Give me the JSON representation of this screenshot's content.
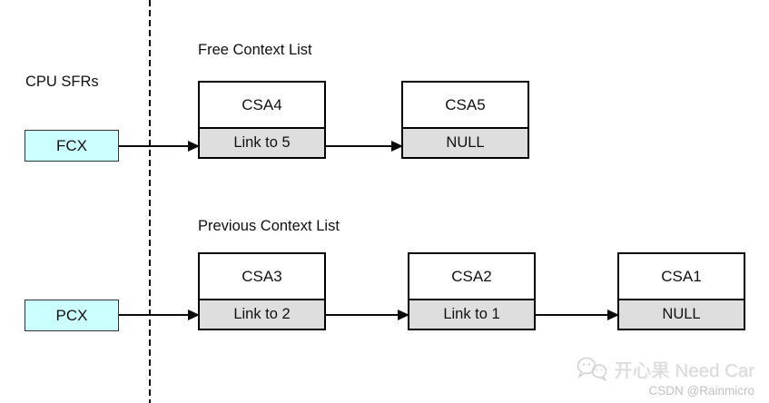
{
  "cpu_sfrs": {
    "label": "CPU SFRs",
    "registers": [
      {
        "name": "FCX"
      },
      {
        "name": "PCX"
      }
    ]
  },
  "lists": [
    {
      "title": "Free Context List",
      "nodes": [
        {
          "name": "CSA4",
          "link": "Link to 5"
        },
        {
          "name": "CSA5",
          "link": "NULL"
        }
      ]
    },
    {
      "title": "Previous Context List",
      "nodes": [
        {
          "name": "CSA3",
          "link": "Link to 2"
        },
        {
          "name": "CSA2",
          "link": "Link to 1"
        },
        {
          "name": "CSA1",
          "link": "NULL"
        }
      ]
    }
  ],
  "watermark": {
    "brand": "开心果 Need Car",
    "credit": "CSDN @Rainmicro",
    "icon": "wechat-chat-faces-icon"
  },
  "colors": {
    "register_fill": "#CCFFFF",
    "link_row_fill": "#DEDEDE",
    "node_fill": "#FFFFFF",
    "border": "#000000",
    "watermark_text": "#DBDBDB"
  }
}
